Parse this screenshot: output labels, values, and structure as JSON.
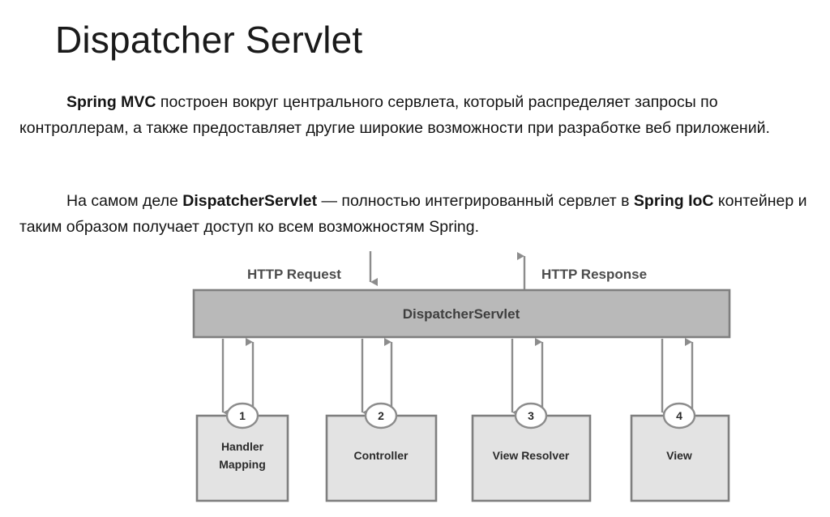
{
  "slide": {
    "title": "Dispatcher Servlet",
    "paragraphs": [
      {
        "id": "paragraph-1",
        "runs": [
          {
            "text": "Spring MVC",
            "bold": true
          },
          {
            "text": " построен вокруг центрального сервлета, который распределяет запросы по контроллерам, а также предоставляет другие широкие возможности при разработке веб приложений.",
            "bold": false
          }
        ]
      },
      {
        "id": "paragraph-2",
        "runs": [
          {
            "text": "На самом деле ",
            "bold": false
          },
          {
            "text": "DispatcherServlet",
            "bold": true
          },
          {
            "text": " — полностью интегрированный сервлет в ",
            "bold": false
          },
          {
            "text": "Spring IoC",
            "bold": true
          },
          {
            "text": " контейнер и таким образом получает доступ ко всем возможностям Spring.",
            "bold": false
          }
        ]
      }
    ]
  },
  "diagram": {
    "title": "DispatcherServlet request handling flow",
    "request_label": "HTTP Request",
    "response_label": "HTTP Response",
    "bar_label": "DispatcherServlet",
    "colors": {
      "bar_fill": "#b9b9b9",
      "bar_stroke": "#7f7f7f",
      "box_fill": "#e3e3e3",
      "box_stroke": "#7f7f7f",
      "arrow": "#8c8c8c",
      "badge_fill": "#ffffff",
      "badge_stroke": "#8c8c8c",
      "text": "#3f3f3f"
    },
    "boxes": [
      {
        "number": "1",
        "lines": [
          "Handler",
          "Mapping"
        ]
      },
      {
        "number": "2",
        "lines": [
          "Controller"
        ]
      },
      {
        "number": "3",
        "lines": [
          "View Resolver"
        ]
      },
      {
        "number": "4",
        "lines": [
          "View"
        ]
      }
    ]
  }
}
